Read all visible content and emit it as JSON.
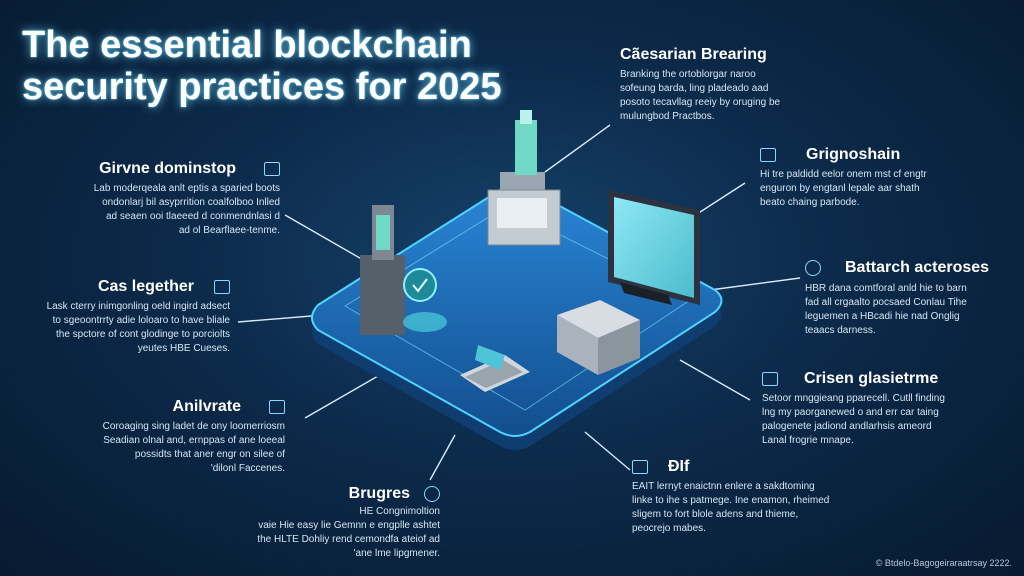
{
  "title_line1": "The essential blockchain",
  "title_line2": "security practices for 2025",
  "sections": {
    "top_center": {
      "heading": "Cãesarian Brearing",
      "lines": [
        "Branking the ortoblorgar naroo",
        "sofeung barda, ling pladeado aad",
        "posoto tecavllag reeiy by oruging be",
        "mulungbod Practbos."
      ]
    },
    "right_1": {
      "heading": "Grignoshain",
      "lines": [
        "Hi tre paldidd eelor onem mst cf engtr",
        "enguron by engtanl lepale aar shath",
        "beato chaing parbode."
      ]
    },
    "right_2": {
      "heading": "Battarch acteroses",
      "lines": [
        "HBR dana comtforal anld hie to barn",
        "fad all crgaalto pocsaed Conlau Tihe",
        "leguemen a HBcadi hie nad Onglig",
        "teaacs darness."
      ]
    },
    "right_3": {
      "heading": "Crisen glasietrme",
      "lines": [
        "Setoor mnggieang pparecell. Cutll finding",
        "lng my paorganewed o and err car taing",
        "palogenete jadiond andlarhsis ameord",
        "Lanal frogrie mnape."
      ]
    },
    "bottom_right": {
      "heading": "ĐIf",
      "lines": [
        "EAIT lernyt enaictnn enlere a sakdtoming",
        "linke to ihe s patmege. Ine enamon, rheimed",
        "sligem to fort blole adens and thieme,",
        "peocrejo mabes."
      ]
    },
    "left_1": {
      "heading": "Girvne dominstop",
      "lines": [
        "Lab moderqeala anlt eptis a sparied boots",
        "ondonlarj bil asyprrition coalfolboo Inlled",
        "ad seaen ooi tlaeeed d conmendnlasi d",
        "ad ol Bearflaee-tenme."
      ]
    },
    "left_2": {
      "heading": "Cas legether",
      "lines": [
        "Lask cterry inimgonling oeld ingird adsect",
        "to sgeoontrrty adie loloaro to have bliale",
        "the spctore of cont glodinge to porciolts",
        "yeutes HBE Cueses."
      ]
    },
    "left_3": {
      "heading": "Anilvrate",
      "lines": [
        "Coroaging sing ladet de ony loomerriosm",
        "Seadian olnal and, ernppas of ane loeeal",
        "possidts that aner engr on silee of",
        "'dilonl Faccenes."
      ]
    },
    "bottom_center": {
      "heading": "Brugres",
      "lines": [
        "HE Congnimoltion",
        "vaie Hie easy lie Gemnn e engplle ashtet",
        "the HLTE Dohliy rend cemondfa ateiof ad",
        "'ane lme lipgmener."
      ]
    },
    "footer": "© Btdelo-Bagogeiraraatrsay 2222."
  },
  "colors": {
    "accent": "#3fd0ff",
    "platform": "#1d6fc0",
    "bg": "#0c2a4a"
  }
}
